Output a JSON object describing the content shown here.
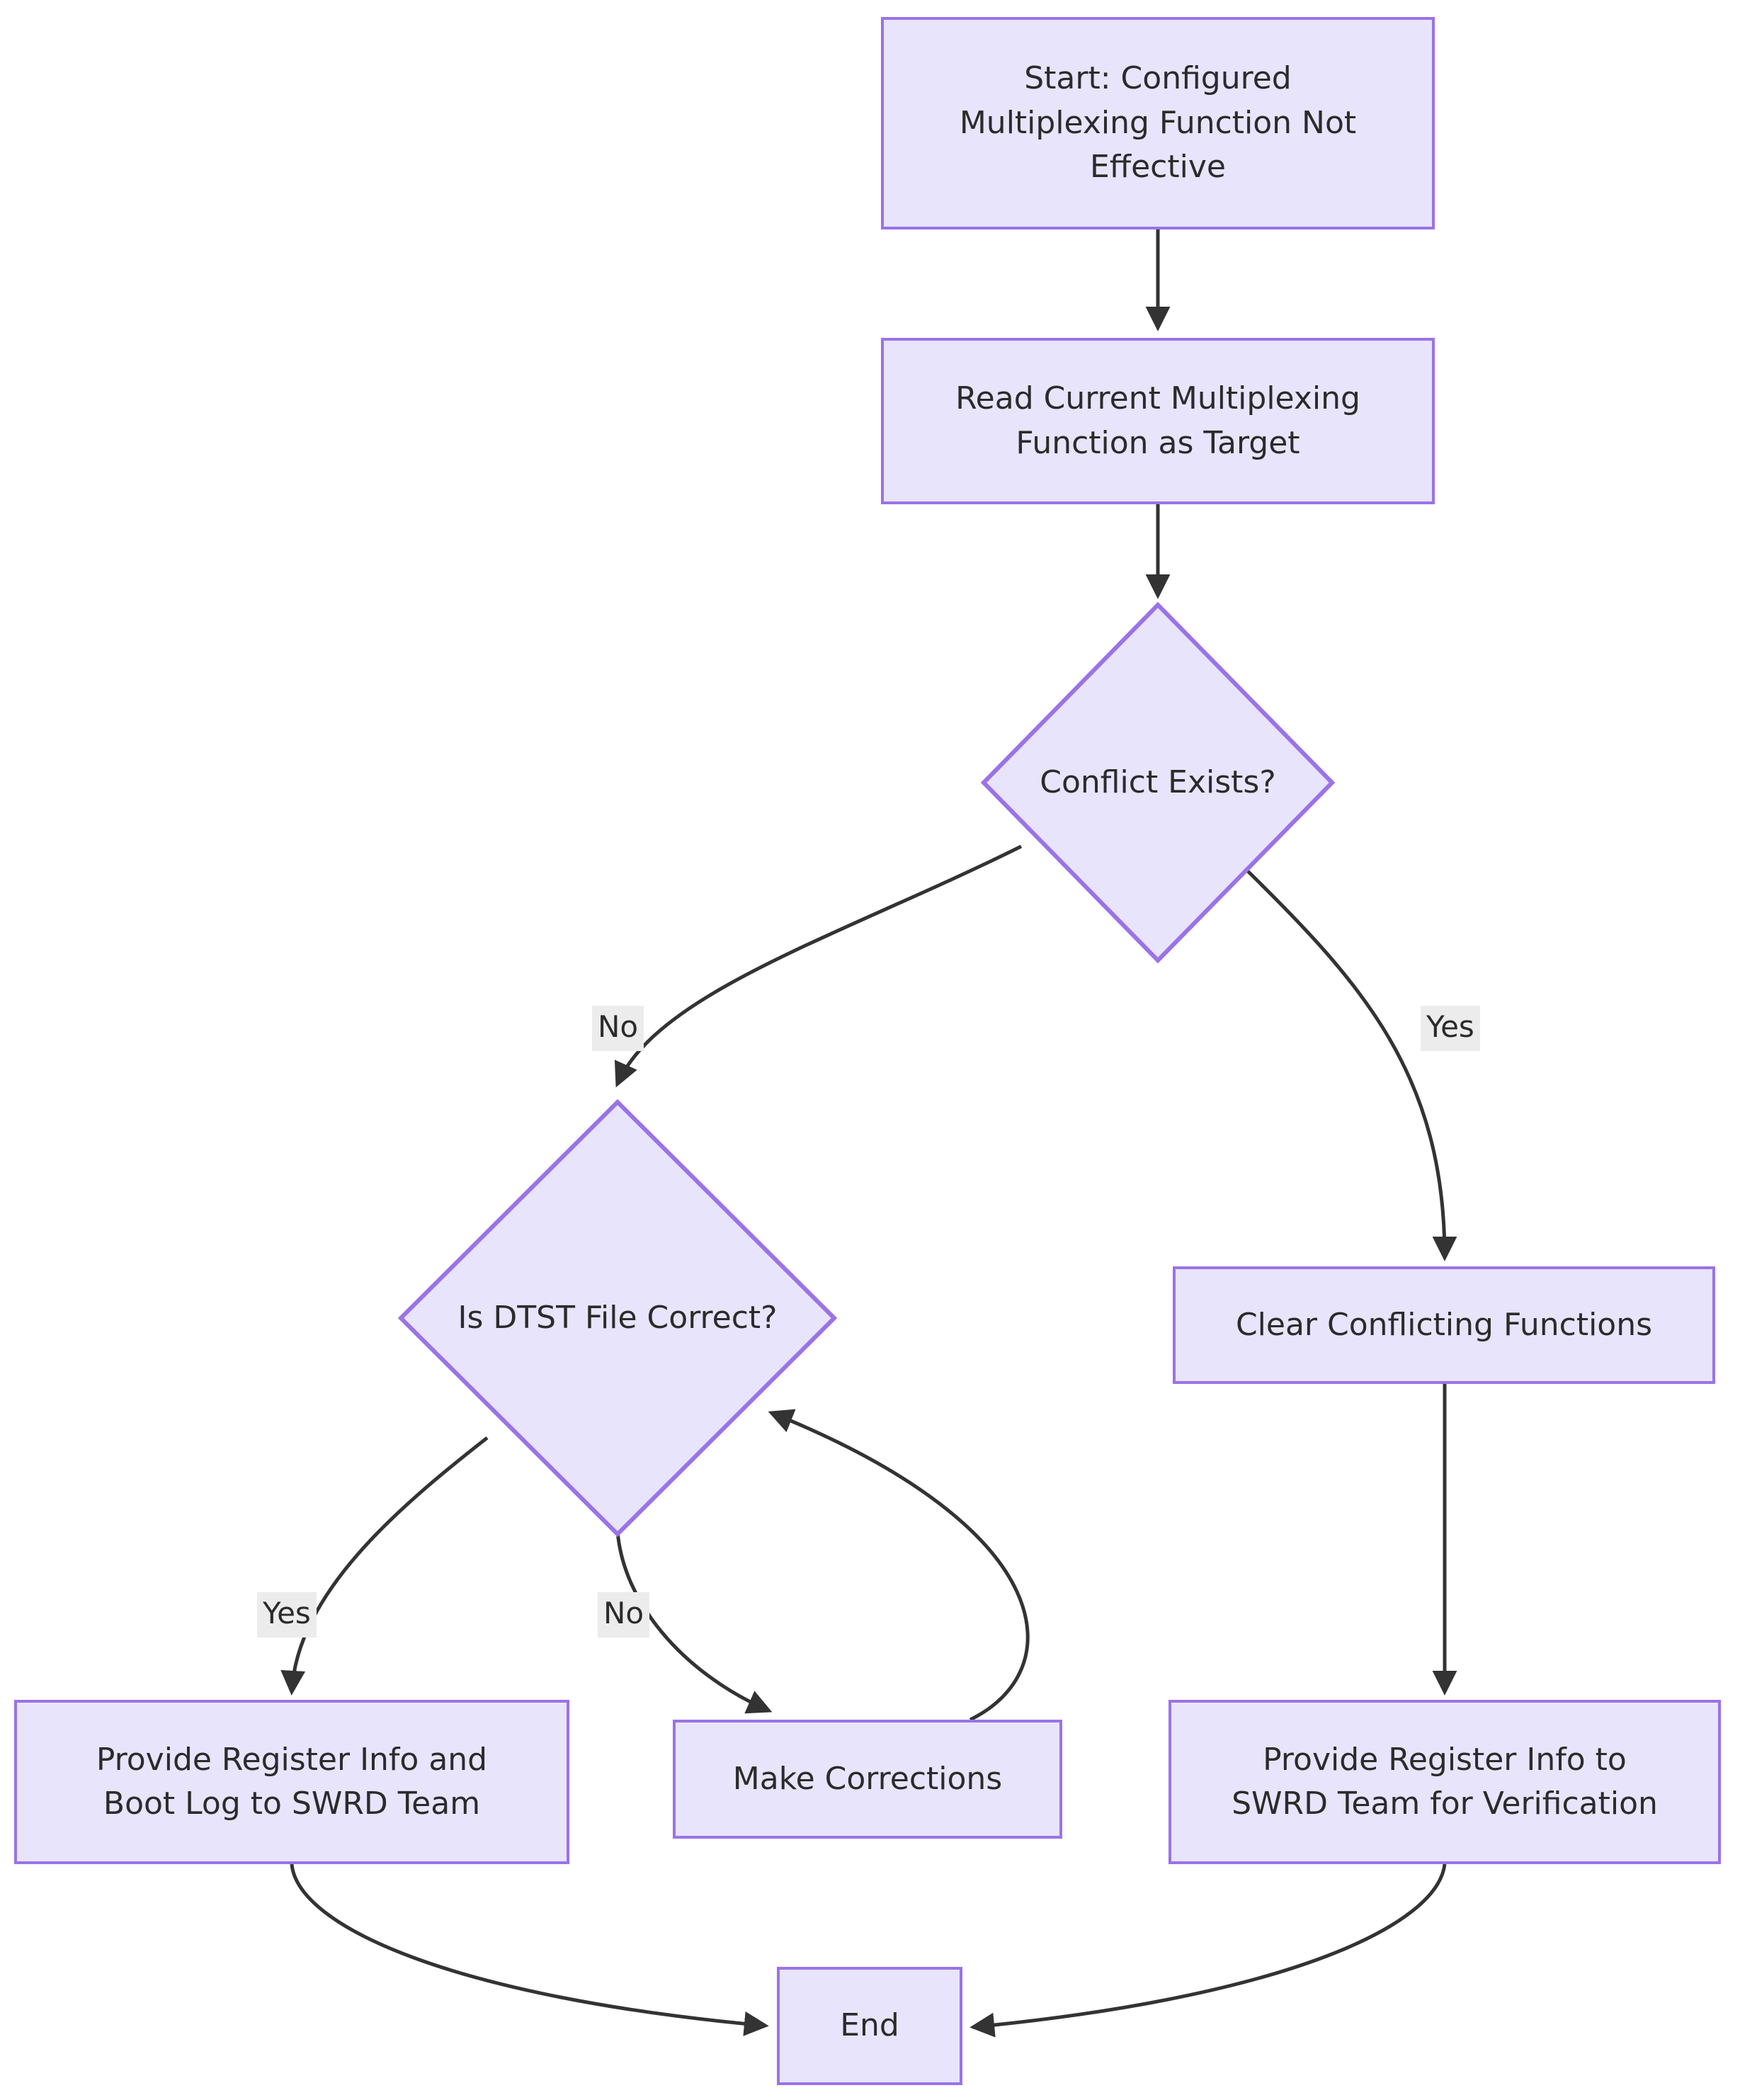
{
  "diagram": {
    "type": "flowchart",
    "direction": "top-down",
    "theme": {
      "node_fill": "#e8e4fb",
      "node_border": "#9a73e8",
      "node_text": "#2b2b2b",
      "edge_stroke": "#333333",
      "edge_label_bg": "#ececec",
      "background": "#ffffff"
    },
    "nodes": [
      {
        "id": "start",
        "shape": "rect",
        "label": "Start: Configured\nMultiplexing Function Not\nEffective"
      },
      {
        "id": "read",
        "shape": "rect",
        "label": "Read Current Multiplexing\nFunction as Target"
      },
      {
        "id": "conflict",
        "shape": "diamond",
        "label": "Conflict Exists?"
      },
      {
        "id": "dtst",
        "shape": "diamond",
        "label": "Is DTST File Correct?"
      },
      {
        "id": "clear",
        "shape": "rect",
        "label": "Clear Conflicting Functions"
      },
      {
        "id": "provide_boot",
        "shape": "rect",
        "label": "Provide Register Info and\nBoot Log to SWRD Team"
      },
      {
        "id": "corrections",
        "shape": "rect",
        "label": "Make Corrections"
      },
      {
        "id": "provide_verify",
        "shape": "rect",
        "label": "Provide Register Info to\nSWRD Team for Verification"
      },
      {
        "id": "end",
        "shape": "rect",
        "label": "End"
      }
    ],
    "edges": [
      {
        "from": "start",
        "to": "read",
        "label": ""
      },
      {
        "from": "read",
        "to": "conflict",
        "label": ""
      },
      {
        "from": "conflict",
        "to": "dtst",
        "label": "No"
      },
      {
        "from": "conflict",
        "to": "clear",
        "label": "Yes"
      },
      {
        "from": "dtst",
        "to": "provide_boot",
        "label": "Yes"
      },
      {
        "from": "dtst",
        "to": "corrections",
        "label": "No"
      },
      {
        "from": "corrections",
        "to": "dtst",
        "label": ""
      },
      {
        "from": "clear",
        "to": "provide_verify",
        "label": ""
      },
      {
        "from": "provide_boot",
        "to": "end",
        "label": ""
      },
      {
        "from": "provide_verify",
        "to": "end",
        "label": ""
      }
    ],
    "edge_labels": {
      "conflict_no": "No",
      "conflict_yes": "Yes",
      "dtst_yes": "Yes",
      "dtst_no": "No"
    }
  }
}
